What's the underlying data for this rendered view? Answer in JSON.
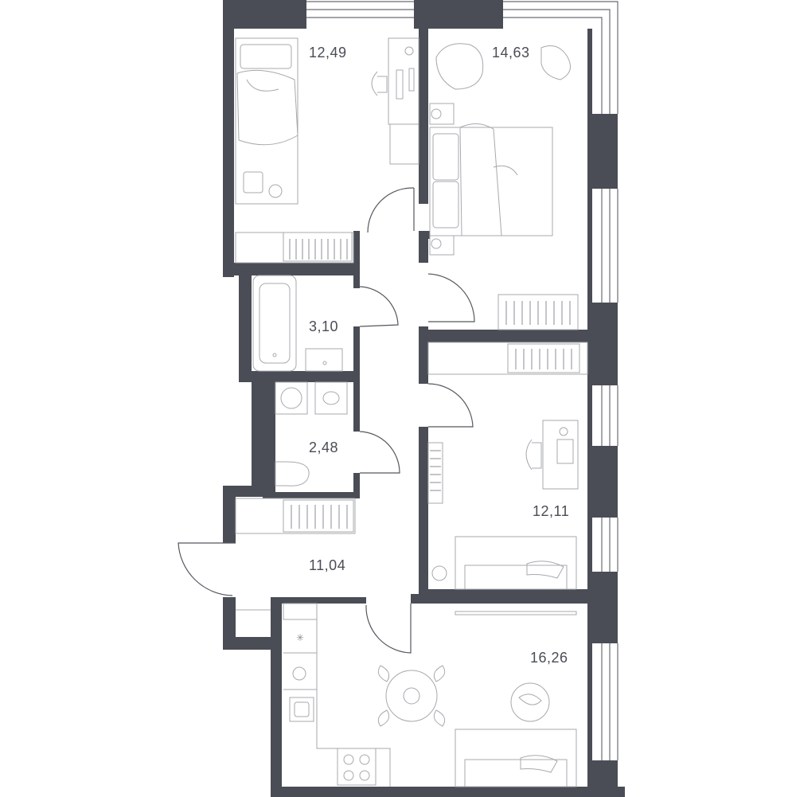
{
  "rooms": [
    {
      "id": "bedroom-1",
      "area": "12,49"
    },
    {
      "id": "bedroom-2",
      "area": "14,63"
    },
    {
      "id": "bathroom",
      "area": "3,10"
    },
    {
      "id": "toilet",
      "area": "2,48"
    },
    {
      "id": "bedroom-3",
      "area": "12,11"
    },
    {
      "id": "hallway",
      "area": "11,04"
    },
    {
      "id": "kitchen-living",
      "area": "16,26"
    }
  ],
  "colors": {
    "wall": "#4a4d55",
    "furniture": "#a7a9ad",
    "background": "#ffffff"
  }
}
